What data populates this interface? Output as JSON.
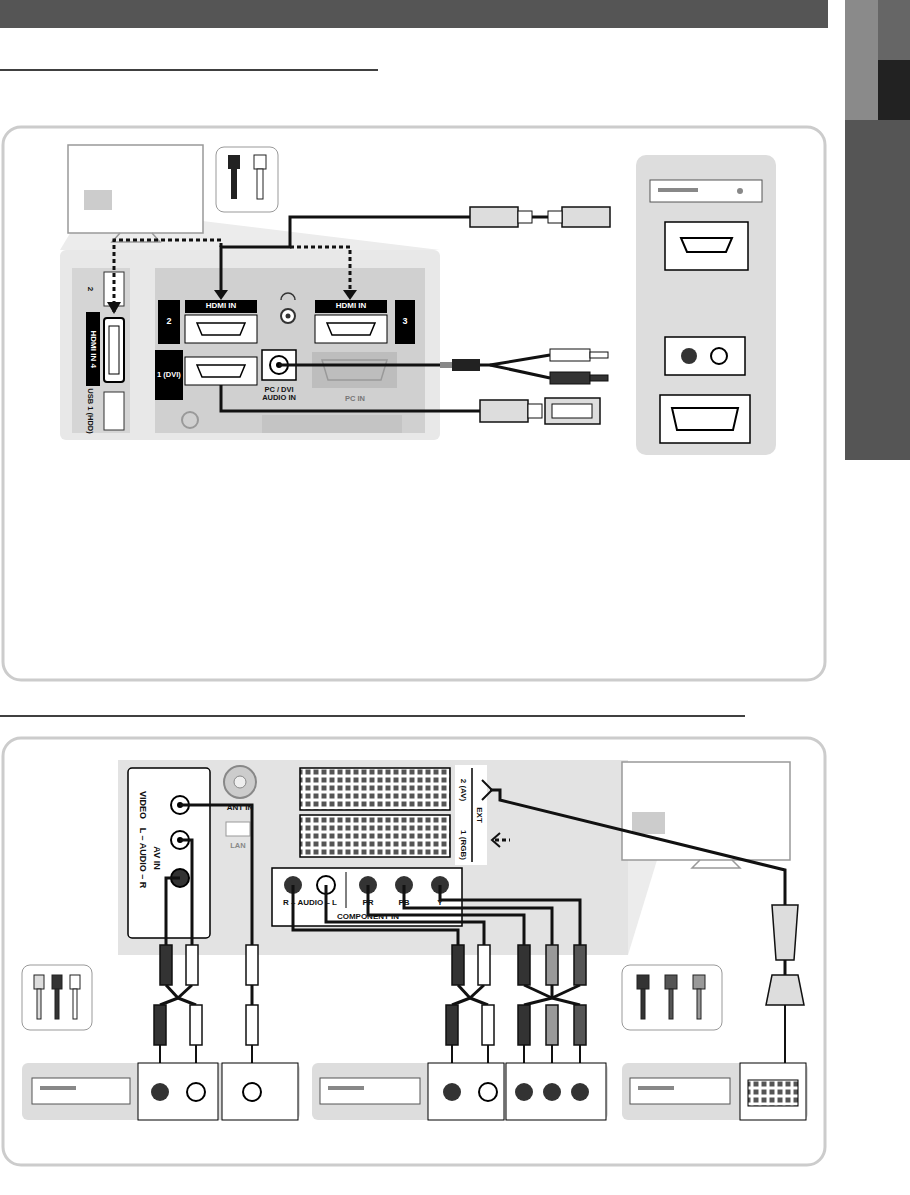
{
  "diagram": {
    "nodes": [
      {
        "text": [
          "HDMI IN 4"
        ]
      },
      {
        "text": [
          "HDMI IN"
        ]
      },
      {
        "text": [
          "HDMI IN"
        ]
      },
      {
        "text": [
          "2"
        ]
      },
      {
        "text": [
          "1 (DVI)"
        ]
      },
      {
        "text": [
          "3"
        ]
      }
    ],
    "labels": [
      "2",
      "USB 1 (HDD)",
      "PC / DVI AUDIO IN",
      "PC IN",
      "VIDEO",
      "L – AUDIO – R",
      "AV IN",
      "ANT IN",
      "LAN",
      "2 (AV)",
      "EXT",
      "1 (RGB)",
      "R – AUDIO – L",
      "PR",
      "PB",
      "Y",
      "COMPONENT IN"
    ]
  }
}
